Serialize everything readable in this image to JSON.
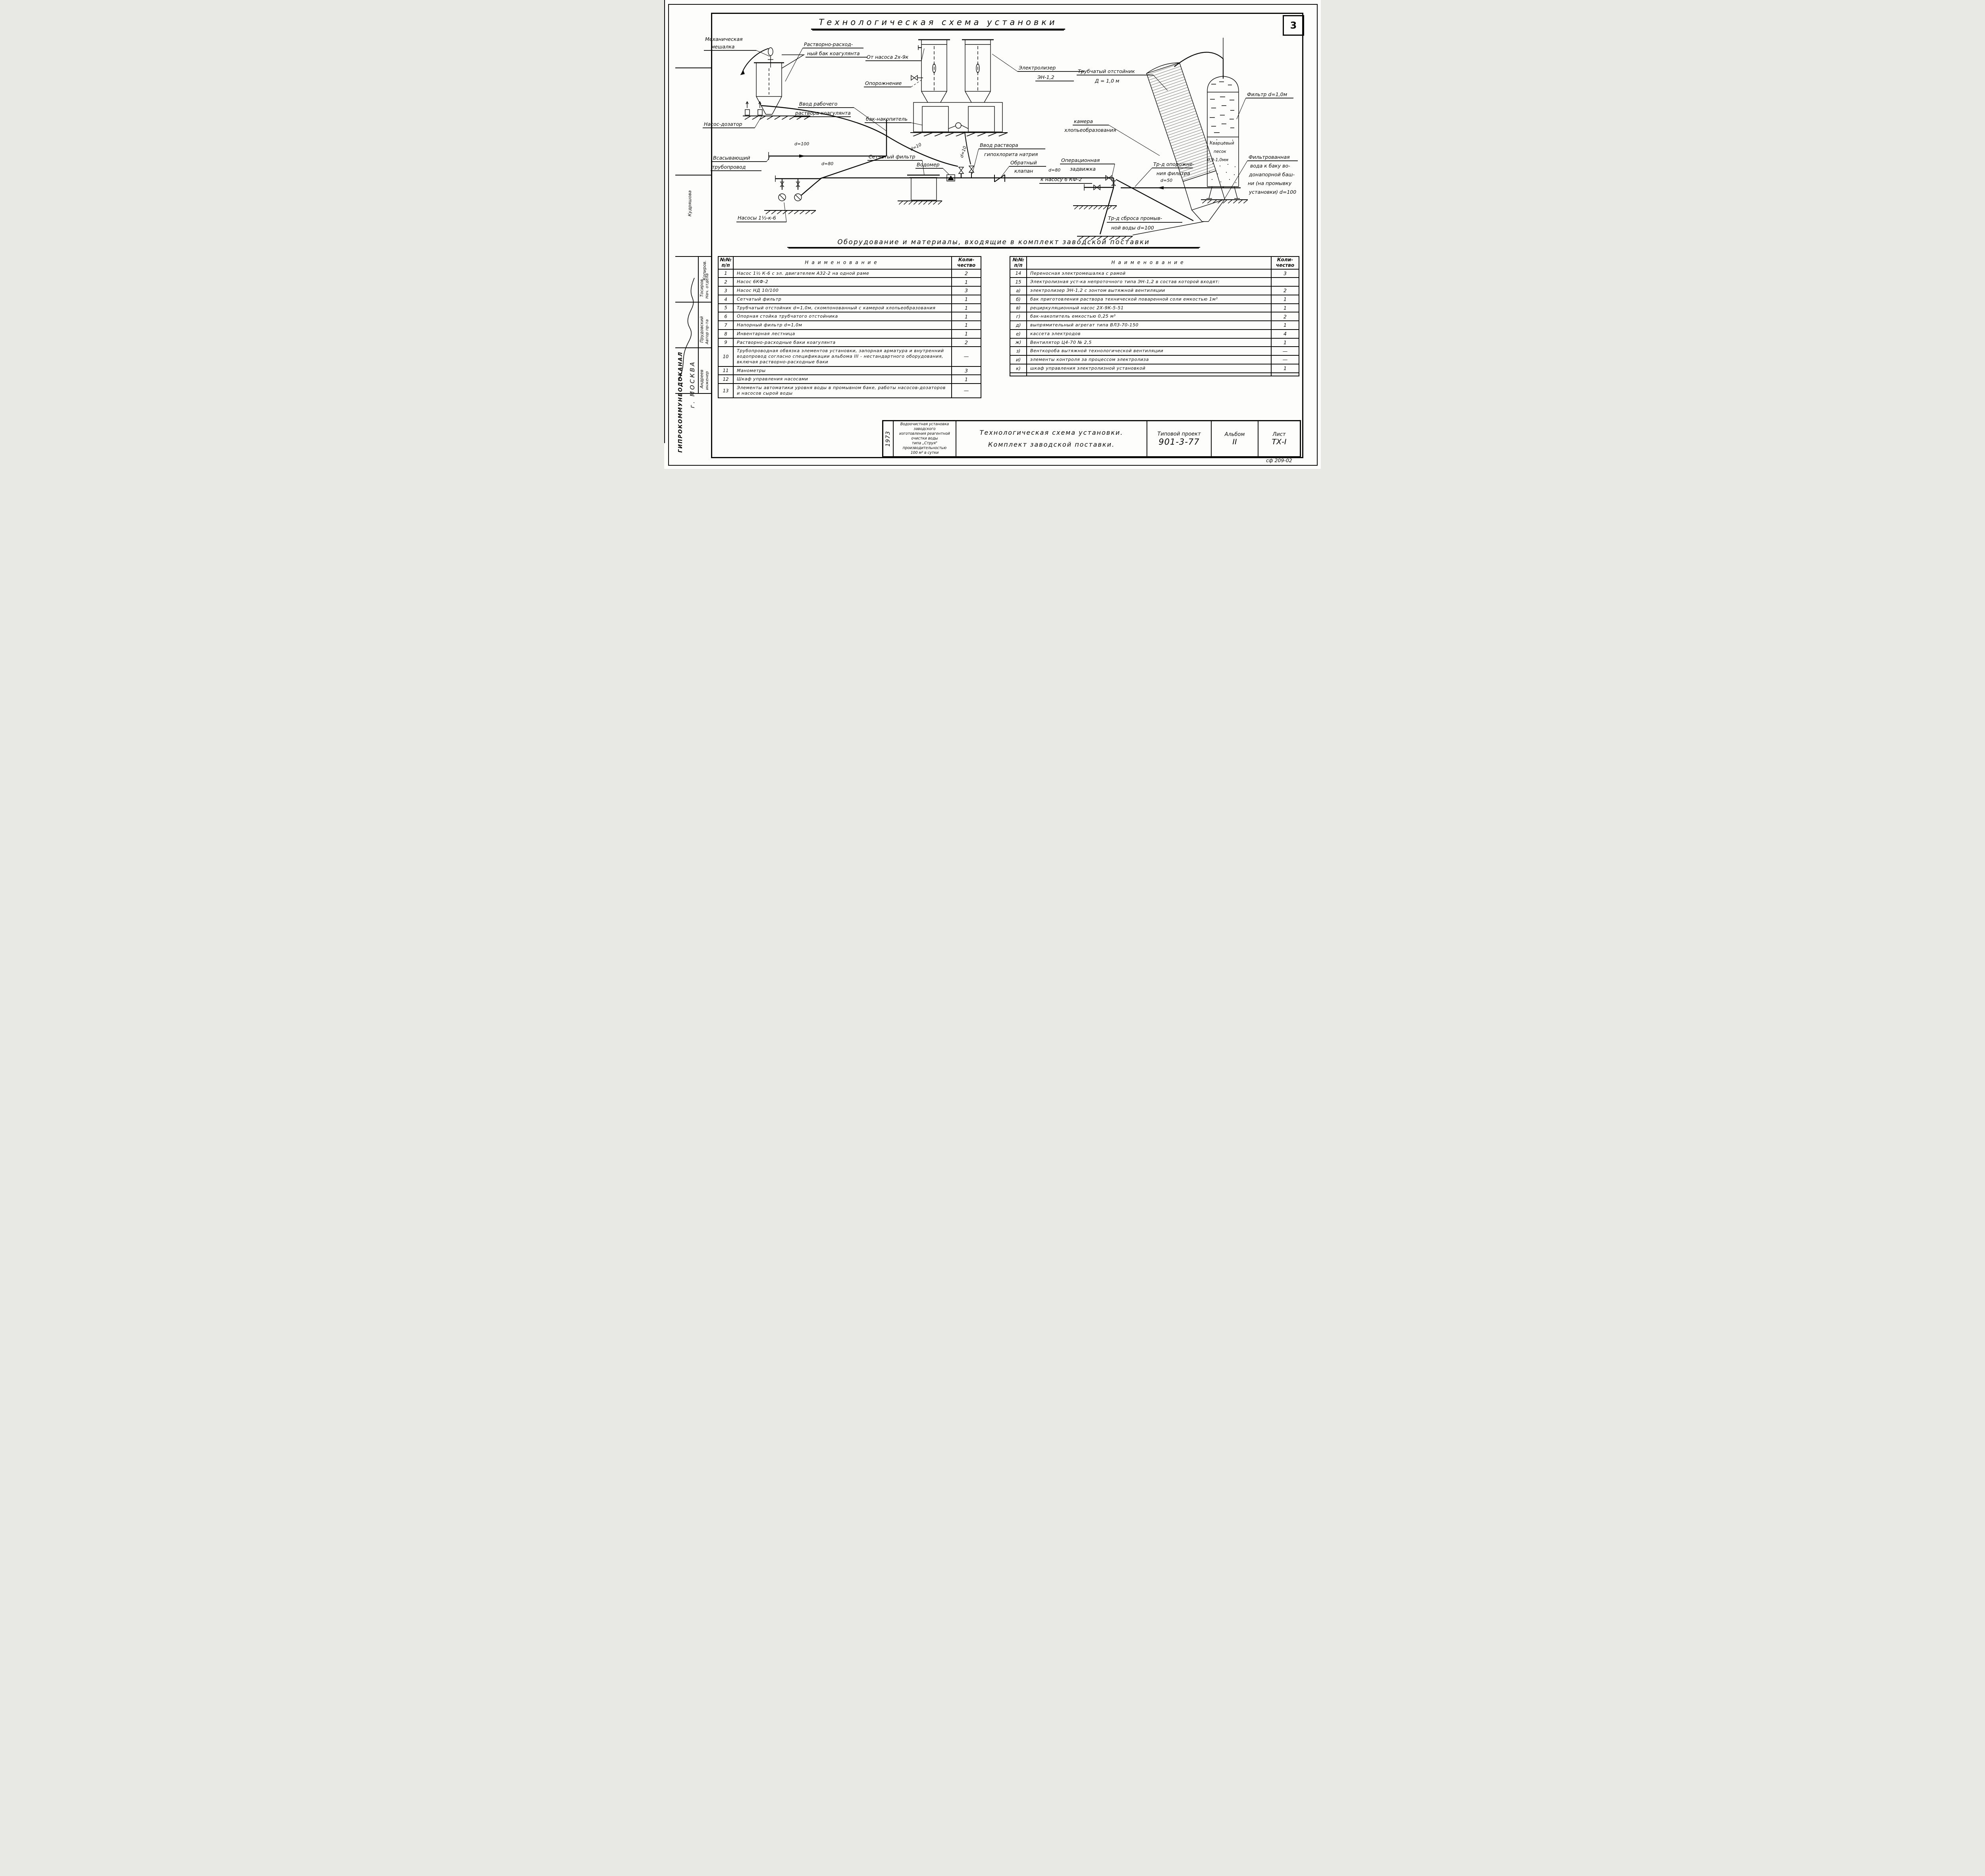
{
  "page": {
    "number": "3"
  },
  "titles": {
    "main": "Технологическая схема установки",
    "section": "Оборудование и материалы, входящие в комплект заводской поставки"
  },
  "diagram": {
    "labels": {
      "mech_mixer": {
        "lines": [
          "Механическая",
          "мешалка"
        ]
      },
      "coag_tank": {
        "lines": [
          "Растворно-расход-",
          "ный бак коагулянта"
        ]
      },
      "from_pump": {
        "lines": [
          "От насоса 2х-9к"
        ]
      },
      "electrolyzer": {
        "lines": [
          "Электролизер",
          "ЭН-1,2"
        ]
      },
      "emptying": {
        "lines": [
          "Опорожнение"
        ]
      },
      "storage_tank": {
        "lines": [
          "бак-накопитель"
        ]
      },
      "work_solution": {
        "lines": [
          "Ввод рабочего",
          "раствора коагулянта"
        ]
      },
      "dosing_pump": {
        "lines": [
          "Насос-дозатор"
        ]
      },
      "suction_pipe": {
        "lines": [
          "Всасывающий",
          "трубопровод"
        ]
      },
      "d100": {
        "lines": [
          "d=100"
        ]
      },
      "d80_pumps": {
        "lines": [
          "d=80"
        ]
      },
      "mesh_filter": {
        "lines": [
          "Сетчатый фильтр"
        ]
      },
      "water_meter": {
        "lines": [
          "Водомер"
        ]
      },
      "d10_coag": {
        "lines": [
          "d=10"
        ]
      },
      "d10_hypo": {
        "lines": [
          "d=10"
        ]
      },
      "hypochlorite": {
        "lines": [
          "Ввод раствора",
          "гипохлорита натрия"
        ]
      },
      "check_valve": {
        "lines": [
          "Обратный",
          "клапан"
        ]
      },
      "d80_main": {
        "lines": [
          "d=80"
        ]
      },
      "to_pump_6kf2": {
        "lines": [
          "к насосу 6 КФ-2"
        ]
      },
      "op_valve": {
        "lines": [
          "Операционная",
          "задвижка"
        ]
      },
      "wash_drain": {
        "lines": [
          "Тр-д сброса промыв-",
          "ной воды d=100"
        ]
      },
      "tube_settler": {
        "lines": [
          "Трубчатый отстойник",
          "Д = 1,0 м"
        ]
      },
      "floc_chamber": {
        "lines": [
          "камера",
          "хлопьеобразования"
        ]
      },
      "filter": {
        "lines": [
          "Фильтр d=1,0м"
        ]
      },
      "quartz_sand": {
        "lines": [
          "Кварцевый",
          "песок",
          "0,9-1,0мм"
        ]
      },
      "drain_filter": {
        "lines": [
          "Тр-д опорожне-",
          "ния фильтра"
        ]
      },
      "d50": {
        "lines": [
          "d=50"
        ]
      },
      "filtered_water": {
        "lines": [
          "Фильтрованная",
          "вода к баку во-",
          "донапорной баш-",
          "ни (на промывку",
          "установки) d=100"
        ]
      },
      "pumps": {
        "lines": [
          "Насосы 1½-к-6"
        ]
      }
    }
  },
  "tables": {
    "headers": {
      "num": "№№\nп/п",
      "name": "Наименование",
      "qty": "Коли-\nчество"
    },
    "left": {
      "rows": [
        {
          "num": "1",
          "name": "Насос 1½ К-6 с эл. двигателем А32-2 на одной раме",
          "qty": "2"
        },
        {
          "num": "2",
          "name": "Насос 6КФ-2",
          "qty": "1"
        },
        {
          "num": "3",
          "name": "Насос НД 10/100",
          "qty": "3"
        },
        {
          "num": "4",
          "name": "Сетчатый фильтр",
          "qty": "1"
        },
        {
          "num": "5",
          "name": "Трубчатый отстойник d=1,0м, скомпонованный с камерой хлопьеобразования",
          "qty": "1"
        },
        {
          "num": "6",
          "name": "Опорная стойка трубчатого отстойника",
          "qty": "1"
        },
        {
          "num": "7",
          "name": "Напорный фильтр d=1,0м",
          "qty": "1"
        },
        {
          "num": "8",
          "name": "Инвентарная лестница",
          "qty": "1"
        },
        {
          "num": "9",
          "name": "Растворно-расходные баки коагулянта",
          "qty": "2"
        },
        {
          "num": "10",
          "name": "Трубопроводная обвязка элементов установки, запорная арматура и внутренний водопровод согласно спецификации альбома III - нестандартного оборудования, включая растворно-расходные баки",
          "qty": "—"
        },
        {
          "num": "11",
          "name": "Манометры",
          "qty": "3"
        },
        {
          "num": "12",
          "name": "Шкаф управления насосами",
          "qty": "1"
        },
        {
          "num": "13",
          "name": "Элементы автоматики уровня воды в промывном баке, работы насосов-дозаторов и насосов сырой воды",
          "qty": "—"
        }
      ]
    },
    "right": {
      "rows": [
        {
          "num": "14",
          "name": "Переносная электромешалка с рамой",
          "qty": "3"
        },
        {
          "num": "15",
          "name": "Электролизная уст-ка непроточного типа ЭН-1,2 в состав которой входят:",
          "qty": ""
        },
        {
          "num": "а)",
          "name": "электролизер ЭН-1,2 с зонтом вытяжной вентиляции",
          "qty": "2"
        },
        {
          "num": "б)",
          "name": "бак приготовления раствора технической поваренной соли емкостью 1м³",
          "qty": "1"
        },
        {
          "num": "в)",
          "name": "рециркуляционный насос 2Х-9К-5-51",
          "qty": "1"
        },
        {
          "num": "г)",
          "name": "бак-накопитель емкостью 0,25 м³",
          "qty": "2"
        },
        {
          "num": "д)",
          "name": "выпрямительный агрегат типа ВЛЗ-70-150",
          "qty": "1"
        },
        {
          "num": "е)",
          "name": "кассета электродов",
          "qty": "4"
        },
        {
          "num": "ж)",
          "name": "Вентилятор Ц4-70 № 2,5",
          "qty": "1"
        },
        {
          "num": "з)",
          "name": "Венткороба вытяжной технологической вентиляции",
          "qty": "—"
        },
        {
          "num": "и)",
          "name": "элементы контроля за процессом электролиза",
          "qty": "—"
        },
        {
          "num": "к)",
          "name": "шкаф управления электролизной установкой",
          "qty": "1"
        },
        {
          "num": "",
          "name": "",
          "qty": ""
        }
      ]
    }
  },
  "title_block": {
    "year": "1973",
    "desc": [
      "Водоочистная установка заводского",
      "изготовления реагентной очистки воды",
      "типа „Струя\" производительностью",
      "100 м³ в сутки"
    ],
    "doc_title": [
      "Технологическая схема установки.",
      "Комплект заводской поставки."
    ],
    "project_label": "Типовой проект",
    "project_number": "901-3-77",
    "album_label": "Альбом",
    "album_value": "II",
    "sheet_label": "Лист",
    "sheet_value": "ТХ-I",
    "code": "сф 209-02"
  },
  "sidebar": {
    "institute": "ГИПРОКОММУНВОДОКАНАЛ",
    "city": "г. МОСКВА",
    "rows": [
      {
        "role": "Нач. отдела",
        "name": "Тосиров"
      },
      {
        "role": "Автор пр-та",
        "name": "Прудовский"
      },
      {
        "role": "инженер",
        "name": "Андреев"
      }
    ],
    "extra1": "Кудряшова",
    "extra2": "Копиров."
  }
}
